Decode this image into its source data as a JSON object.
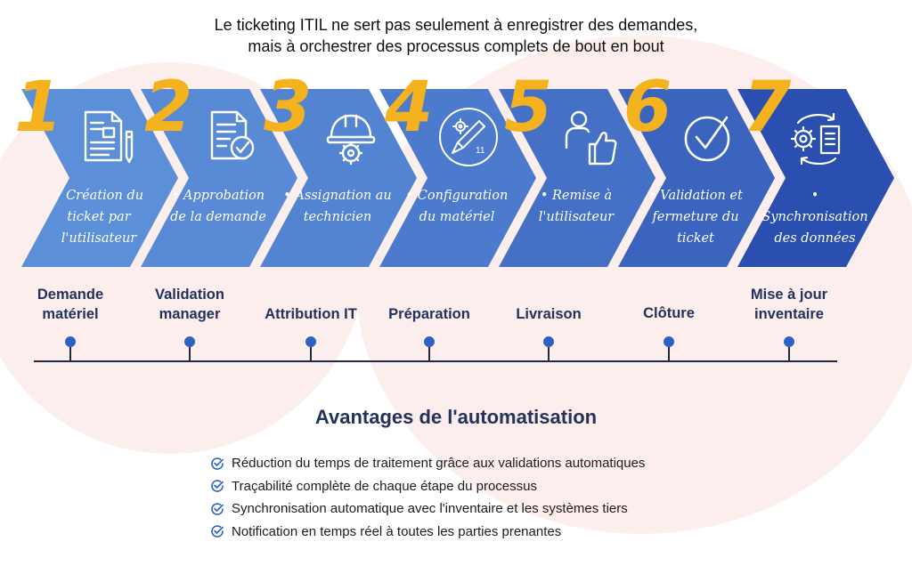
{
  "header": {
    "line1": "Le ticketing ITIL ne sert pas seulement à enregistrer des demandes,",
    "line2": "mais à orchestrer des processus complets de bout en bout"
  },
  "colors": {
    "chevrons": [
      "#5b8fd8",
      "#588ad5",
      "#5384d2",
      "#4c7bcd",
      "#4471c6",
      "#3a64bd",
      "#2a4fb0"
    ],
    "number": "#f5b21f",
    "label": "#22325a",
    "dot": "#2d62c4",
    "check": "#2d62c4",
    "background_blob": "#fdeeee"
  },
  "steps": [
    {
      "number": "1",
      "icon": "document-pen-icon",
      "text": "• Création du ticket par l'utilisateur",
      "stage": "Demande matériel"
    },
    {
      "number": "2",
      "icon": "document-check-icon",
      "text": "• Approbation de la demande",
      "stage": "Validation manager"
    },
    {
      "number": "3",
      "icon": "helmet-gear-icon",
      "text": "• Assignation au technicien",
      "stage": "Attribution IT"
    },
    {
      "number": "4",
      "icon": "tools-gear-icon",
      "text": "• Configuration du matériel",
      "stage": "Préparation"
    },
    {
      "number": "5",
      "icon": "user-thumbs-up-icon",
      "text": "• Remise à l'utilisateur",
      "stage": "Livraison"
    },
    {
      "number": "6",
      "icon": "check-circle-icon",
      "text": "• Validation et fermeture du ticket",
      "stage": "Clôture"
    },
    {
      "number": "7",
      "icon": "sync-document-icon",
      "text": "• Synchronisation des données",
      "stage": "Mise à jour inventaire"
    }
  ],
  "advantages": {
    "title": "Avantages de l'automatisation",
    "items": [
      "Réduction du temps de traitement grâce aux validations automatiques",
      "Traçabilité complète de chaque étape du processus",
      "Synchronisation automatique avec l'inventaire et les systèmes tiers",
      "Notification en temps réel à toutes les parties prenantes"
    ]
  }
}
